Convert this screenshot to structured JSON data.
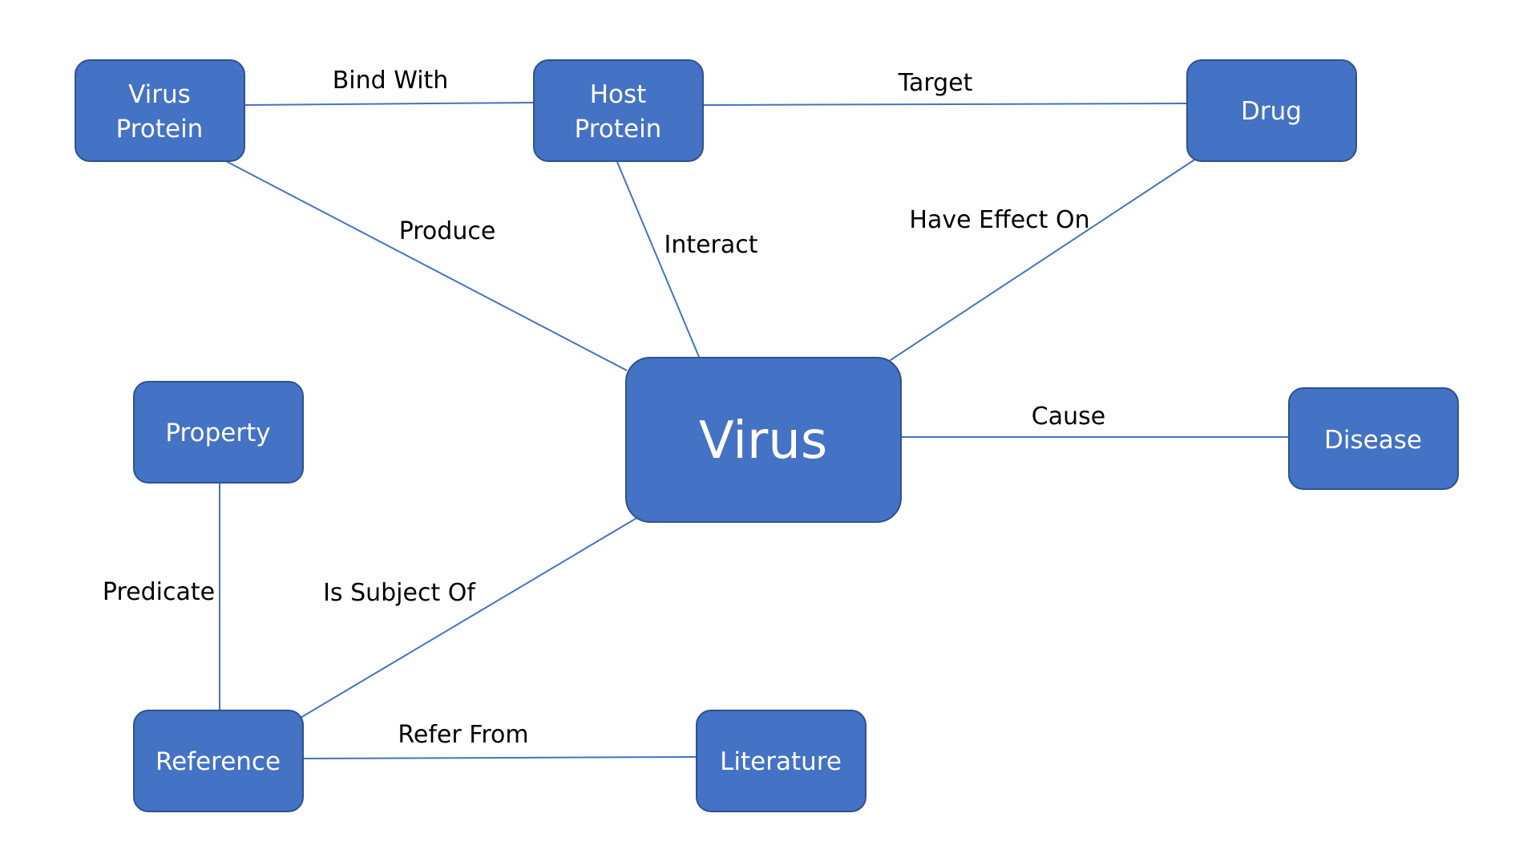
{
  "diagram": {
    "nodes": {
      "virus_protein": [
        "Virus",
        "Protein"
      ],
      "host_protein": [
        "Host",
        "Protein"
      ],
      "drug": [
        "Drug"
      ],
      "virus": [
        "Virus"
      ],
      "property": [
        "Property"
      ],
      "disease": [
        "Disease"
      ],
      "reference": [
        "Reference"
      ],
      "literature": [
        "Literature"
      ]
    },
    "edges": {
      "bind_with": "Bind With",
      "target": "Target",
      "produce": "Produce",
      "interact": "Interact",
      "have_effect_on": "Have Effect On",
      "cause": "Cause",
      "predicate": "Predicate",
      "is_subject_of": "Is Subject Of",
      "refer_from": "Refer From"
    },
    "colors": {
      "node_fill": "#4472c4",
      "node_stroke": "#2f528f",
      "edge": "#4472c4"
    }
  }
}
